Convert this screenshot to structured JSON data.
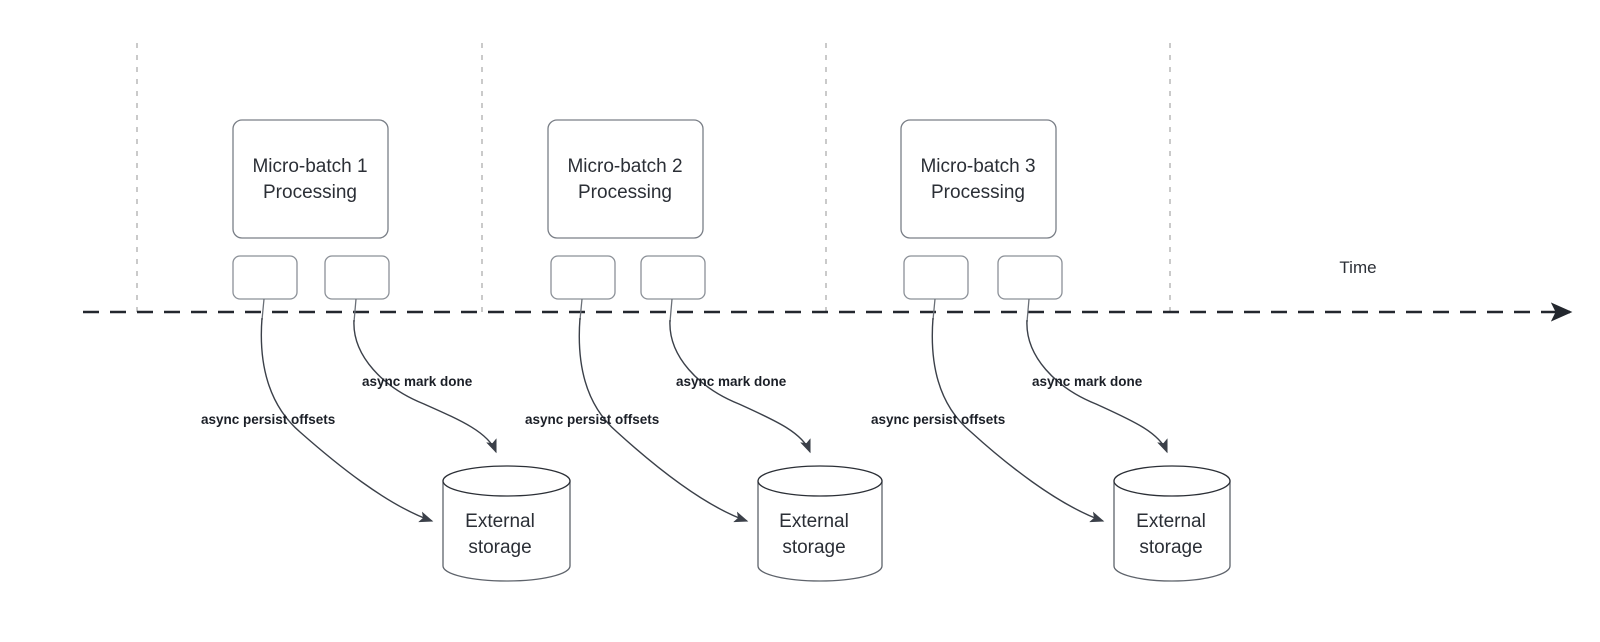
{
  "diagram": {
    "title_semantics": "micro-batch async offset persistence timeline",
    "axis": {
      "label": "Time",
      "arrow": "right-arrow"
    },
    "colors": {
      "stroke": "#3b4049",
      "text": "#2b2f36",
      "dash_light": "#b3b3b3",
      "timeline": "#23272e",
      "background": "#ffffff"
    },
    "groups": [
      {
        "id": "group-1",
        "batch_label_line1": "Micro-batch 1",
        "batch_label_line2": "Processing",
        "task_a_label": "",
        "task_b_label": "",
        "edge_persist_label": "async persist offsets",
        "edge_mark_label": "async mark done",
        "storage_line1": "External",
        "storage_line2": "storage"
      },
      {
        "id": "group-2",
        "batch_label_line1": "Micro-batch 2",
        "batch_label_line2": "Processing",
        "task_a_label": "",
        "task_b_label": "",
        "edge_persist_label": "async persist offsets",
        "edge_mark_label": "async mark done",
        "storage_line1": "External",
        "storage_line2": "storage"
      },
      {
        "id": "group-3",
        "batch_label_line1": "Micro-batch 3",
        "batch_label_line2": "Processing",
        "task_a_label": "",
        "task_b_label": "",
        "edge_persist_label": "async persist offsets",
        "edge_mark_label": "async mark done",
        "storage_line1": "External",
        "storage_line2": "storage"
      }
    ]
  }
}
